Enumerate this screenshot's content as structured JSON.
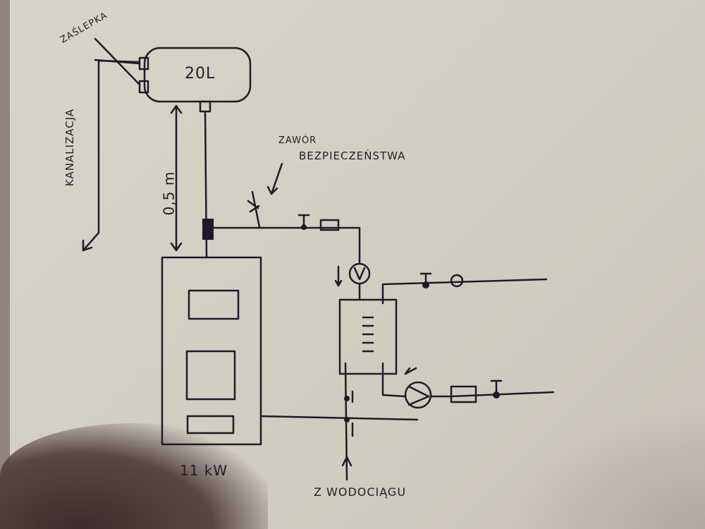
{
  "labels": {
    "plug": "ZAŚLEPKA",
    "tank": "20L",
    "drain": "KANALIZACJA",
    "height": "0,5 m",
    "valve_line1": "ZAWÓR",
    "valve_line2": "BEZPIECZEŃSTWA",
    "boiler_power": "11 kW",
    "water_supply": "Z WODOCIĄGU"
  },
  "colors": {
    "ink": "#1e1a2a",
    "paper": "#d3cfc3"
  }
}
